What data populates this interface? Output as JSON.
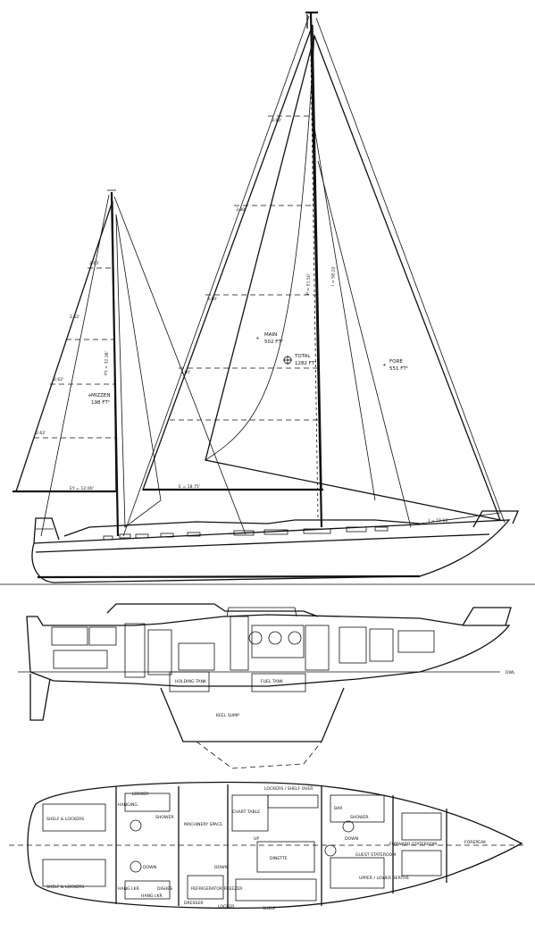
{
  "profile": {
    "labels": {
      "mizzen": "MIZZEN",
      "mizzen_area": "198 FT²",
      "main": "MAIN",
      "main_area": "502 FT²",
      "total": "TOTAL",
      "total_area": "1282 FT²",
      "fore": "FORE",
      "fore_area": "551 FT²",
      "mizzen_luff": "P1 = 32.38'",
      "main_luff": "P = 51.50'",
      "fore_luff": "I = 58.20'",
      "mizzen_foot": "EY = 12.00'",
      "main_foot": "E = 18.75'",
      "fore_base": "J = 19.00'",
      "batten_1": "3.80'",
      "batten_2": "3.80'",
      "batten_3": "3.80'",
      "batten_4": "3.80'",
      "mizzen_batten_1": "2.62'",
      "mizzen_batten_2": "2.62'",
      "mizzen_batten_3": "2.62'",
      "mizzen_batten_4": "2.62'"
    }
  },
  "inboard": {
    "labels": {
      "holding_tank": "HOLDING TANK",
      "fuel_tank": "FUEL TANK",
      "keel_sump": "KEEL SUMP",
      "dwl": "DWL"
    }
  },
  "plan": {
    "labels": {
      "shelf_lockers_upper": "SHELF & LOCKERS",
      "shelf_lockers_lower": "SHELF & LOCKERS",
      "locker_aft": "LOCKER",
      "hanging": "HANGING",
      "shower": "SHOWER",
      "machinery_space": "MACHINERY SPACE",
      "down_aft": "DOWN",
      "down_mid": "DOWN",
      "up": "UP",
      "chart_table": "CHART TABLE",
      "lockers_shelf_over": "LOCKERS / SHELF OVER",
      "bar": "BAR",
      "shower_fwd": "SHOWER",
      "down_fwd": "DOWN",
      "guest_stateroom": "GUEST STATEROOM",
      "forward_stateroom": "FORWARD STATEROOM",
      "upper_lower_berths": "UPPER / LOWER BERTHS",
      "forepeak": "FOREPEAK",
      "dinette": "DINETTE",
      "refrigerator_freezer": "REFRIGERATOR FREEZER",
      "hang_lkr_1": "HANG LKR",
      "hang_lkr_2": "HANG LKR",
      "dishes": "DISHES",
      "locker_bottom": "LOCKER",
      "shelf_bottom": "SHELF",
      "dresser": "DRESSER"
    }
  }
}
